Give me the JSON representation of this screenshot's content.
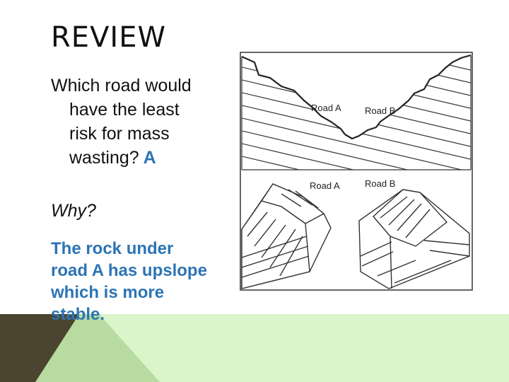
{
  "slide": {
    "title": "REVIEW",
    "question_lines": [
      "Which road would",
      "have the least",
      "risk for mass",
      "wasting?"
    ],
    "answer": "A",
    "why": "Why?",
    "explanation_lines": [
      "The rock under",
      "road A has upslope",
      "which is more",
      "stable."
    ]
  },
  "figure": {
    "top_labels": [
      "Road A",
      "Road B"
    ],
    "bottom_labels": [
      "Road A",
      "Road B"
    ]
  },
  "colors": {
    "accent": "#2d74b5",
    "band": "#d9f5c9",
    "corner_dark": "#4b4530",
    "corner_light": "#b7dba0"
  }
}
